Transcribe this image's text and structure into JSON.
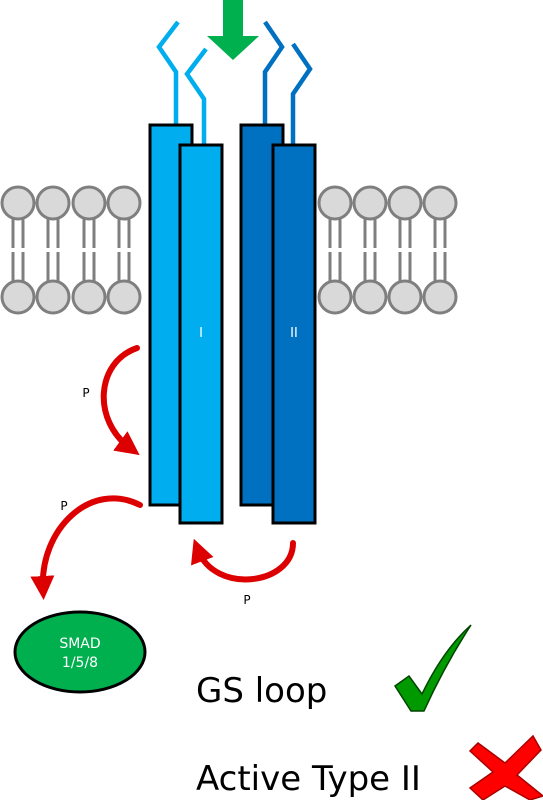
{
  "colors": {
    "type1_receptor": "#00adee",
    "type2_receptor": "#0071c1",
    "ligand_arrow": "#00b04f",
    "phosphorylation_arrow": "#dd0000",
    "smad": "#00b04f",
    "lipid_head": "#d9d9d9",
    "check": "#009900",
    "cross": "#ff0000"
  },
  "receptors": {
    "type1_label": "I",
    "type2_label": "II"
  },
  "phosphorylation": {
    "label_left": "P",
    "label_smad": "P",
    "label_bottom": "P"
  },
  "smad": {
    "line1": "SMAD",
    "line2": "1/5/8"
  },
  "legend": [
    {
      "label": "GS loop",
      "status": "check-icon"
    },
    {
      "label": "Active Type II",
      "status": "cross-icon"
    }
  ]
}
